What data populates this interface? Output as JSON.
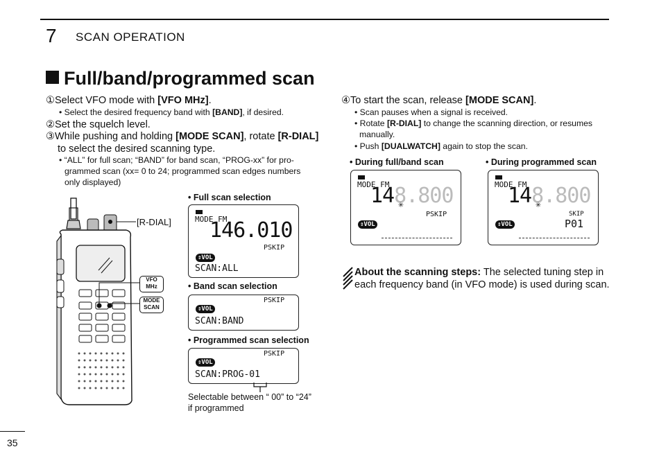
{
  "chapter": {
    "number": "7",
    "title": "SCAN OPERATION"
  },
  "section_title": "Full/band/programmed scan",
  "steps_left": [
    {
      "num": "①",
      "pre": "Select VFO mode with ",
      "bold": "[VFO MHz]",
      "post": "."
    },
    {
      "num": "②",
      "pre": "Set the squelch level.",
      "bold": "",
      "post": ""
    },
    {
      "num": "③",
      "pre": "While pushing and holding ",
      "bold": "[MODE SCAN]",
      "mid": ", rotate ",
      "bold2": "[R-DIAL]",
      "post": "to select the desired scanning type."
    }
  ],
  "bullets_left": {
    "b1_pre": "• Select the desired frequency band with ",
    "b1_bold": "[BAND]",
    "b1_post": ", if desired.",
    "b3_line1": "• “ALL” for full scan; “BAND” for band scan, “PROG-xx” for pro-",
    "b3_line2": "grammed scan (xx= 0 to 24; programmed scan edges numbers",
    "b3_line3": "only displayed)"
  },
  "radio_labels": {
    "rdial": "[R-DIAL]",
    "vfo1": "VFO",
    "vfo2": "MHz",
    "mode1": "MODE",
    "mode2": "SCAN"
  },
  "lcd_captions": {
    "full": "• Full scan selection",
    "band": "• Band scan selection",
    "prog": "• Programmed scan selection",
    "during_full": "• During full/band scan",
    "during_prog": "• During programmed scan"
  },
  "lcd_full": {
    "mode": "MODE FM",
    "freq": "146.010",
    "pskip": "PSKIP",
    "vol": "VOL",
    "scan": "SCAN:ALL"
  },
  "lcd_band": {
    "pskip": "PSKIP",
    "vol": "VOL",
    "scan": "SCAN:BAND"
  },
  "lcd_prog": {
    "pskip": "PSKIP",
    "vol": "VOL",
    "scan": "SCAN:PROG-01"
  },
  "lcd_during_full": {
    "mode": "MODE FM",
    "freq_a": "14",
    "freq_b": "8.800",
    "pskip": "PSKIP",
    "vol": "VOL"
  },
  "lcd_during_prog": {
    "mode": "MODE FM",
    "freq_a": "14",
    "freq_b": "8.800",
    "skip": "SKIP",
    "vol": "VOL",
    "prog": "P01"
  },
  "selectable_note": {
    "line1": "Selectable between “ 00” to “24”",
    "line2": "if programmed"
  },
  "steps_right": {
    "s4_num": "④",
    "s4_pre": "To start the scan, release ",
    "s4_bold": "[MODE SCAN]",
    "s4_post": ".",
    "b1": "• Scan pauses when a signal is received.",
    "b2_pre": "• Rotate ",
    "b2_bold": "[R-DIAL]",
    "b2_post": " to change the scanning direction, or resumes",
    "b2_line2": "manually.",
    "b3_pre": "• Push ",
    "b3_bold": "[DUALWATCH]",
    "b3_post": " again to stop the scan."
  },
  "note": {
    "bold": "About the scanning steps:",
    "line1": " The selected tuning step in",
    "line2": "each frequency band (in VFO mode) is used during scan."
  },
  "page_number": "35"
}
